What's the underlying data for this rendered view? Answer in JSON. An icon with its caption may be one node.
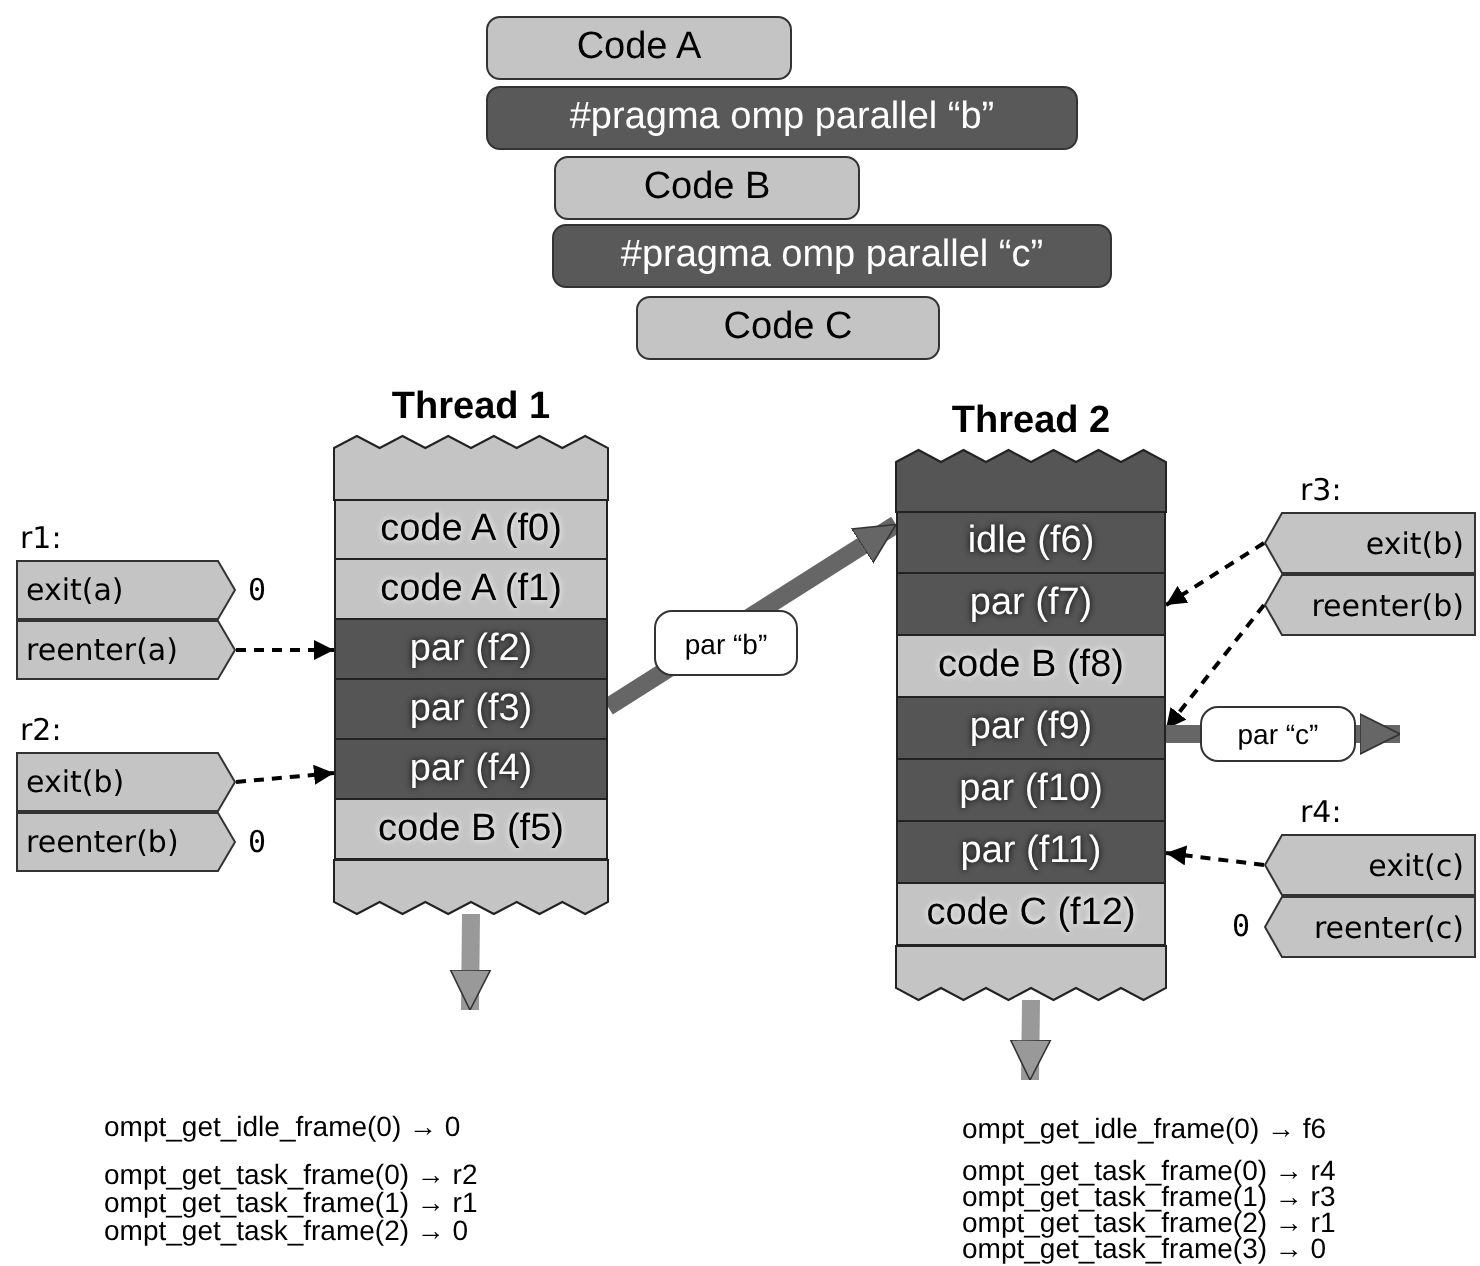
{
  "diagram": {
    "nodes": [
      {
        "text": [
          "Code A"
        ]
      },
      {
        "text": [
          "#pragma omp parallel “b”"
        ]
      },
      {
        "text": [
          "Code B"
        ]
      },
      {
        "text": [
          "#pragma omp parallel “c”"
        ]
      },
      {
        "text": [
          "Code C"
        ]
      },
      {
        "text": [
          "Thread 1"
        ]
      },
      {
        "text": [
          "code A (f0)"
        ],
        "in": 5
      },
      {
        "text": [
          "code A (f1)"
        ],
        "in": 5
      },
      {
        "text": [
          "par (f2)"
        ],
        "in": 5
      },
      {
        "text": [
          "par (f3)"
        ],
        "in": 5
      },
      {
        "text": [
          "par (f4)"
        ],
        "in": 5
      },
      {
        "text": [
          "code B (f5)"
        ],
        "in": 5
      },
      {
        "text": [
          "exit(a)"
        ],
        "beside": [
          "0"
        ]
      },
      {
        "text": [
          "reenter(a)"
        ]
      },
      {
        "text": [
          "exit(b)"
        ]
      },
      {
        "text": [
          "reenter(b)"
        ],
        "beside": [
          "0"
        ]
      },
      {
        "text": [
          "Thread 2"
        ]
      },
      {
        "text": [
          "idle (f6)"
        ],
        "in": 16
      },
      {
        "text": [
          "par (f7)"
        ],
        "in": 16
      },
      {
        "text": [
          "code B (f8)"
        ],
        "in": 16
      },
      {
        "text": [
          "par (f9)"
        ],
        "in": 16
      },
      {
        "text": [
          "par (f10)"
        ],
        "in": 16
      },
      {
        "text": [
          "par (f11)"
        ],
        "in": 16
      },
      {
        "text": [
          "code C (f12)"
        ],
        "in": 16
      },
      {
        "text": [
          "exit(b)"
        ]
      },
      {
        "text": [
          "reenter(b)"
        ]
      },
      {
        "text": [
          "exit(c)"
        ]
      },
      {
        "text": [
          "reenter(c)"
        ],
        "beside": [
          "0"
        ]
      },
      {
        "text": [],
        "shape": "box",
        "in": 5
      },
      {
        "text": [],
        "shape": "box",
        "in": 5
      },
      {
        "text": [],
        "shape": "box",
        "in": 16
      },
      {
        "text": [],
        "shape": "box",
        "in": 16
      }
    ],
    "edges": [
      {
        "from": 13,
        "to": 8,
        "arrow": "to",
        "style": "dashed"
      },
      {
        "from": 14,
        "to": 10,
        "arrow": "to",
        "style": "dashed"
      },
      {
        "from": 24,
        "to": 18,
        "arrow": "to",
        "style": "dashed"
      },
      {
        "from": 25,
        "to": 20,
        "arrow": "to",
        "style": "dashed"
      },
      {
        "from": 26,
        "to": 22,
        "arrow": "to",
        "style": "dashed"
      },
      {
        "from": 9,
        "to": 17,
        "arrow": "to",
        "label": "par “b”",
        "style": "thick",
        "color": "#666666"
      },
      {
        "from": 20,
        "to": null,
        "arrow": "to",
        "label": "par “c”",
        "style": "thick",
        "color": "#666666"
      },
      {
        "from": 5,
        "to": null,
        "arrow": "to",
        "style": "thick",
        "color": "#999999"
      },
      {
        "from": 16,
        "to": null,
        "arrow": "to",
        "style": "thick",
        "color": "#999999"
      }
    ],
    "labels": [
      "r1:",
      "r2:",
      "r3:",
      "r4:",
      "ompt_get_idle_frame(0) → 0",
      "ompt_get_task_frame(0) → r2",
      "ompt_get_task_frame(1) → r1",
      "ompt_get_task_frame(2) → 0",
      "ompt_get_idle_frame(0) → f6",
      "ompt_get_task_frame(0) → r4",
      "ompt_get_task_frame(1) → r3",
      "ompt_get_task_frame(2) → r1",
      "ompt_get_task_frame(3) → 0"
    ]
  }
}
